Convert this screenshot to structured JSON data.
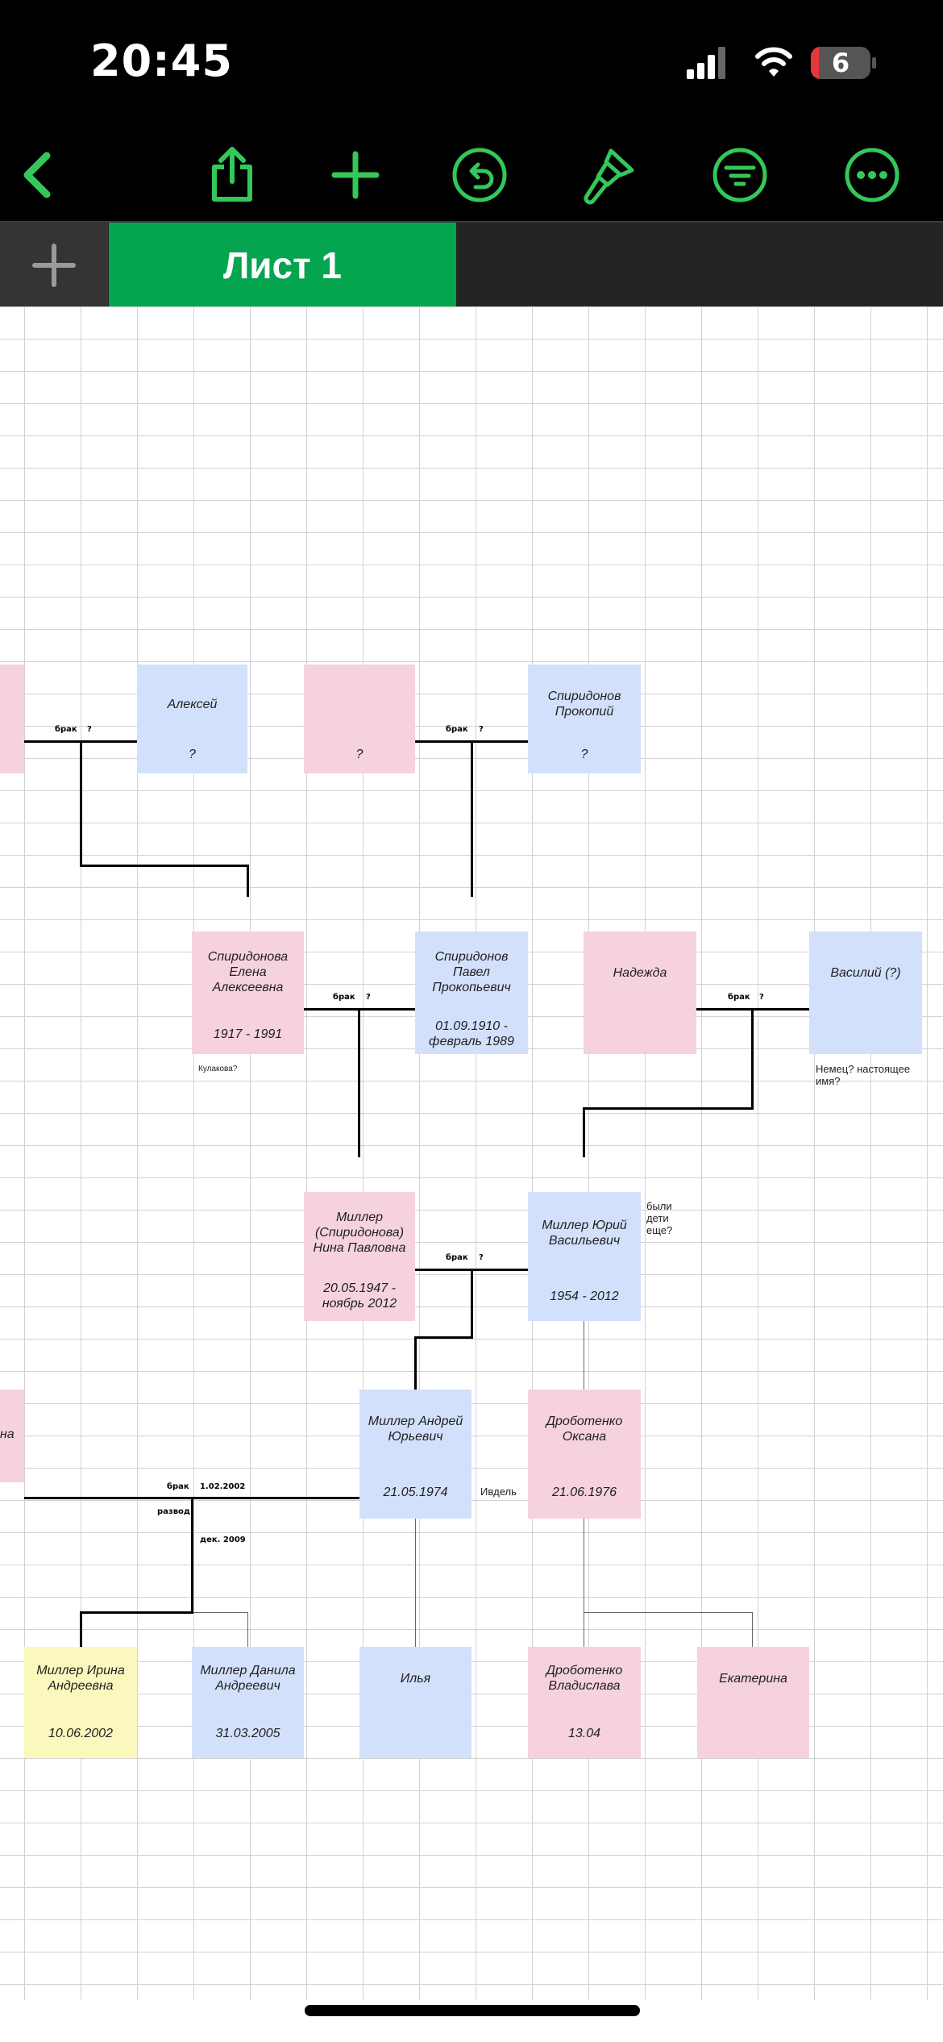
{
  "status": {
    "time": "20:45",
    "battery": "6"
  },
  "toolbar": {
    "icons": [
      "back-chevron-icon",
      "share-icon",
      "plus-icon",
      "undo-icon",
      "paintbrush-icon",
      "filter-icon",
      "more-icon"
    ],
    "accent": "#34c759"
  },
  "tabs": {
    "add": "+",
    "sheet1": "Лист 1",
    "active_color": "#05a44f"
  },
  "people": {
    "p_pinkleft1": {
      "name": "",
      "date": ""
    },
    "alexey": {
      "name": "Алексей",
      "date": "?"
    },
    "unknown_wife": {
      "name": "",
      "date": "?"
    },
    "prokopiy": {
      "name": "Спиридонов Прокопий",
      "date": "?"
    },
    "elena": {
      "name": "Спиридонова Елена Алексеевна",
      "date": "1917 - 1991"
    },
    "pavel": {
      "name": "Спиридонов Павел Прокопьевич",
      "date": "01.09.1910 - февраль 1989"
    },
    "nadezhda": {
      "name": "Надежда",
      "date": ""
    },
    "vasiliy": {
      "name": "Василий (?)",
      "date": ""
    },
    "nina": {
      "name": "Миллер (Спиридонова) Нина Павловна",
      "date": "20.05.1947 - ноябрь 2012"
    },
    "yuriy": {
      "name": "Миллер Юрий Васильевич",
      "date": "1954 - 2012"
    },
    "p_pinkleft2": {
      "name": "на",
      "date": ""
    },
    "andrey": {
      "name": "Миллер Андрей Юрьевич",
      "date": "21.05.1974"
    },
    "oksana": {
      "name": "Дроботенко Оксана",
      "date": "21.06.1976"
    },
    "irina": {
      "name": "Миллер Ирина Андреевна",
      "date": "10.06.2002"
    },
    "danila": {
      "name": "Миллер Данила Андреевич",
      "date": "31.03.2005"
    },
    "ilya": {
      "name": "Илья",
      "date": ""
    },
    "vladislava": {
      "name": "Дроботенко Владислава",
      "date": "13.04"
    },
    "ekaterina": {
      "name": "Екатерина",
      "date": ""
    }
  },
  "labels": {
    "brak": "брак",
    "q": "?",
    "date_marriage": "1.02.2002",
    "razvod": "развод",
    "date_divorce": "дек. 2009"
  },
  "notes": {
    "kulakova": "Кулакова?",
    "nemets": "Немец? настоящее имя?",
    "deti": "были дети еще?",
    "ivdel": "Ивдель"
  },
  "colors": {
    "pink": "#f6d2de",
    "blue": "#d3e0fb",
    "yellow": "#fbf8bd"
  }
}
